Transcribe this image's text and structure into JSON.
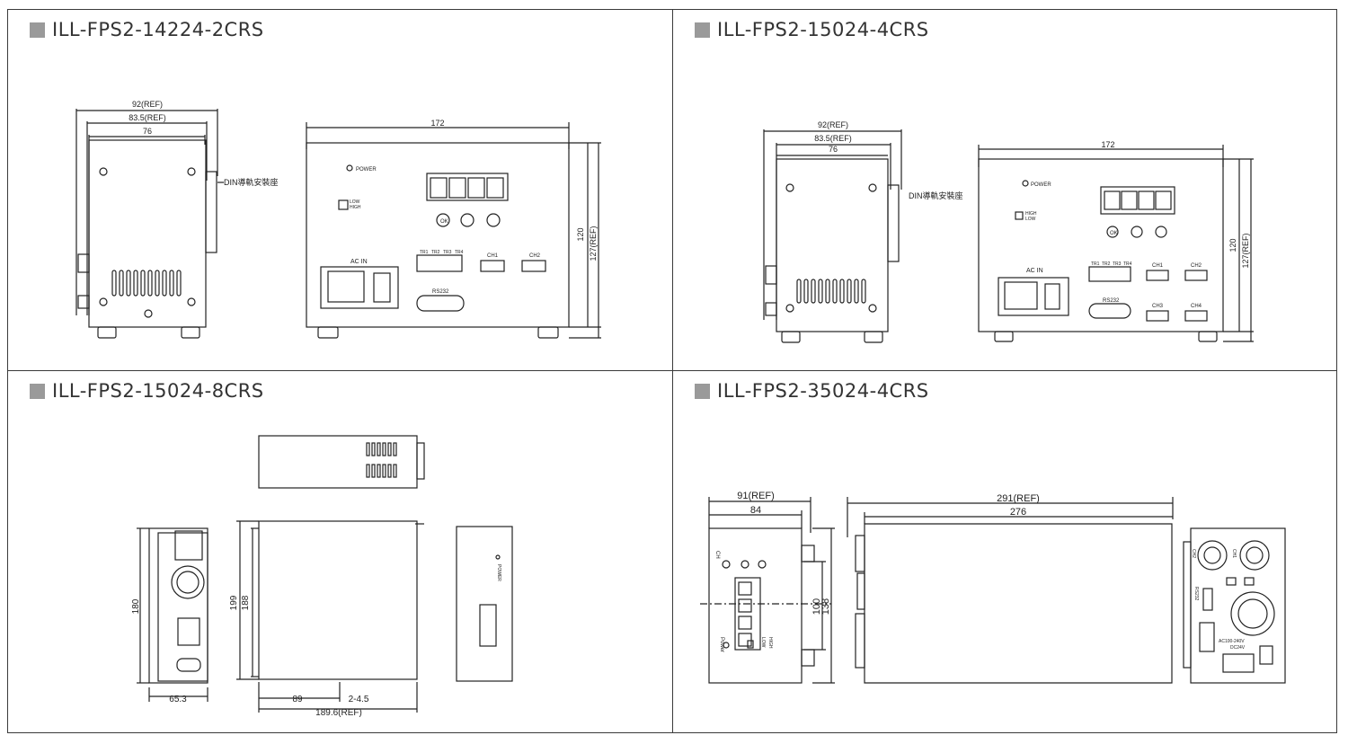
{
  "panels": {
    "p1": {
      "title": "ILL-FPS2-14224-2CRS",
      "dims": {
        "w_ref_outer": "92(REF)",
        "w_ref_inner": "83.5(REF)",
        "w_body": "76",
        "front_w": "172",
        "h": "120",
        "h_ref": "127(REF)"
      },
      "labels": {
        "din": "DIN導軌安裝座",
        "power": "POWER",
        "ac_in": "AC IN",
        "rs232": "RS232",
        "ch1": "CH1",
        "ch2": "CH2",
        "tr": [
          "TR1",
          "TR2",
          "TR3",
          "TR4"
        ],
        "low": "LOW",
        "high": "HIGH",
        "ok": "OK"
      }
    },
    "p2": {
      "title": "ILL-FPS2-15024-4CRS",
      "dims": {
        "w_ref_outer": "92(REF)",
        "w_ref_inner": "83.5(REF)",
        "w_body": "76",
        "front_w": "172",
        "h": "120",
        "h_ref": "127(REF)"
      },
      "labels": {
        "din": "DIN導軌安裝座",
        "power": "POWER",
        "ac_in": "AC IN",
        "rs232": "RS232",
        "ch1": "CH1",
        "ch2": "CH2",
        "ch3": "CH3",
        "ch4": "CH4",
        "tr": [
          "TR1",
          "TR2",
          "TR3",
          "TR4"
        ],
        "low": "LOW",
        "high": "HIGH",
        "ok": "OK"
      }
    },
    "p3": {
      "title": "ILL-FPS2-15024-8CRS",
      "dims": {
        "h_side": "180",
        "h_top": "199",
        "h_inner": "188",
        "w_side": "65.3",
        "w_a": "89",
        "w_b": "2-4.5",
        "w_ref": "189.6(REF)"
      },
      "labels": {
        "power": "POWER"
      }
    },
    "p4": {
      "title": "ILL-FPS2-35024-4CRS",
      "dims": {
        "w_ref": "91(REF)",
        "w_body": "84",
        "len_ref": "291(REF)",
        "len": "276",
        "h": "100",
        "h_outer": "138"
      },
      "labels": {
        "ch": "CH",
        "power": "Power",
        "low": "LOW",
        "high": "HIGH",
        "rs232": "RS232",
        "ch1": "CH1",
        "ch2": "CH2",
        "ac": "AC100-240V",
        "dc": "DC24V"
      }
    }
  }
}
